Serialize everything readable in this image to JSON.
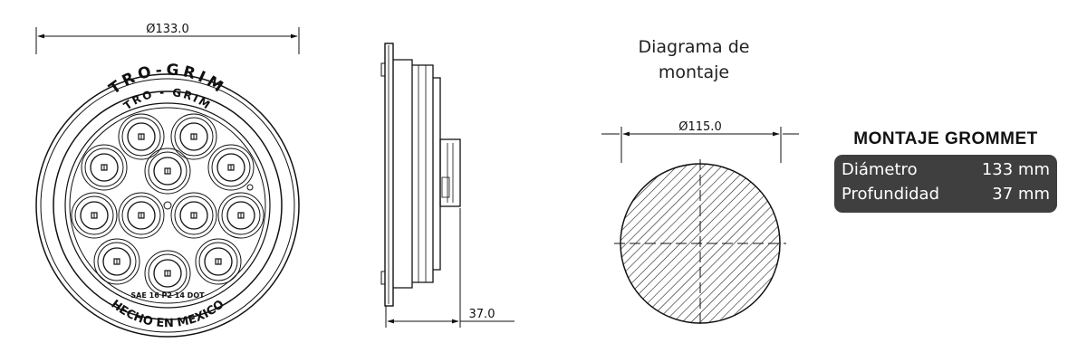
{
  "front_view": {
    "diameter_label": "Ø133.0",
    "brand_outer": "TRO-GRIM",
    "brand_inner": "TRO - GRIM",
    "made_in": "HECHO EN MEXICO",
    "cert": "SAE 16 P2 14 DOT"
  },
  "side_view": {
    "depth_label": "37.0"
  },
  "mounting_diagram": {
    "title_line1": "Diagrama de",
    "title_line2": "montaje",
    "diameter_label": "Ø115.0"
  },
  "spec_card": {
    "title": "MONTAJE GROMMET",
    "rows": [
      {
        "label": "Diámetro",
        "value": "133 mm"
      },
      {
        "label": "Profundidad",
        "value": "37 mm"
      }
    ]
  },
  "colors": {
    "line": "#111111",
    "card_bg": "#3f3f3f",
    "card_text": "#ffffff"
  }
}
